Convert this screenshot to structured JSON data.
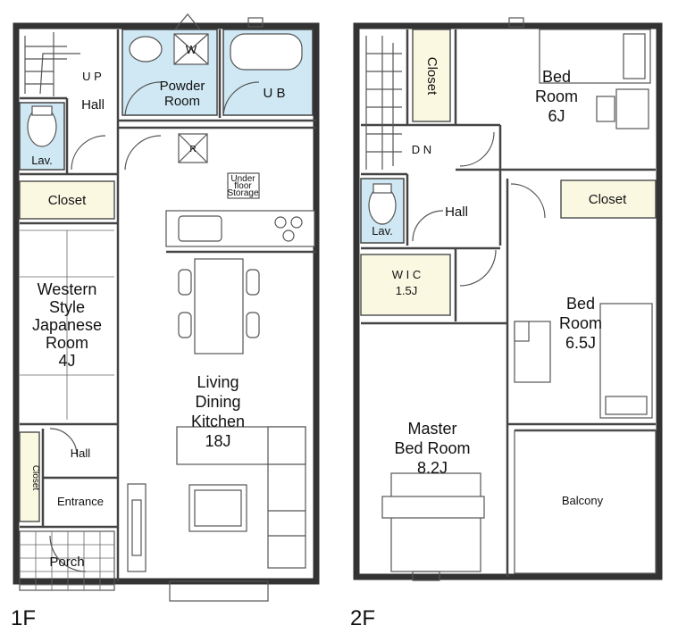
{
  "floors": [
    {
      "label": "1F",
      "rooms": {
        "powder_room": [
          "Powder",
          "Room"
        ],
        "ub": "U B",
        "hall_top": "Hall",
        "up": "U P",
        "lav": "Lav.",
        "closet": "Closet",
        "western_room": [
          "Western",
          "Style",
          "Japanese",
          "Room",
          "4J"
        ],
        "ldk": [
          "Living",
          "Dining",
          "Kitchen",
          "18J"
        ],
        "hall_bottom": "Hall",
        "closet_vertical": "Closet",
        "entrance": "Entrance",
        "porch": "Porch",
        "underfloor": [
          "Under",
          "floor",
          "Storage"
        ],
        "w_mark": "W",
        "r_mark": "R"
      }
    },
    {
      "label": "2F",
      "rooms": {
        "closet_top": "Closet",
        "bedroom_6": [
          "Bed",
          "Room",
          "6J"
        ],
        "dn": "D N",
        "hall": "Hall",
        "lav": "Lav.",
        "closet_right": "Closet",
        "wic": [
          "W I C",
          "1.5J"
        ],
        "bedroom_65": [
          "Bed",
          "Room",
          "6.5J"
        ],
        "master": [
          "Master",
          "Bed Room",
          "8.2J"
        ],
        "balcony": "Balcony"
      }
    }
  ]
}
